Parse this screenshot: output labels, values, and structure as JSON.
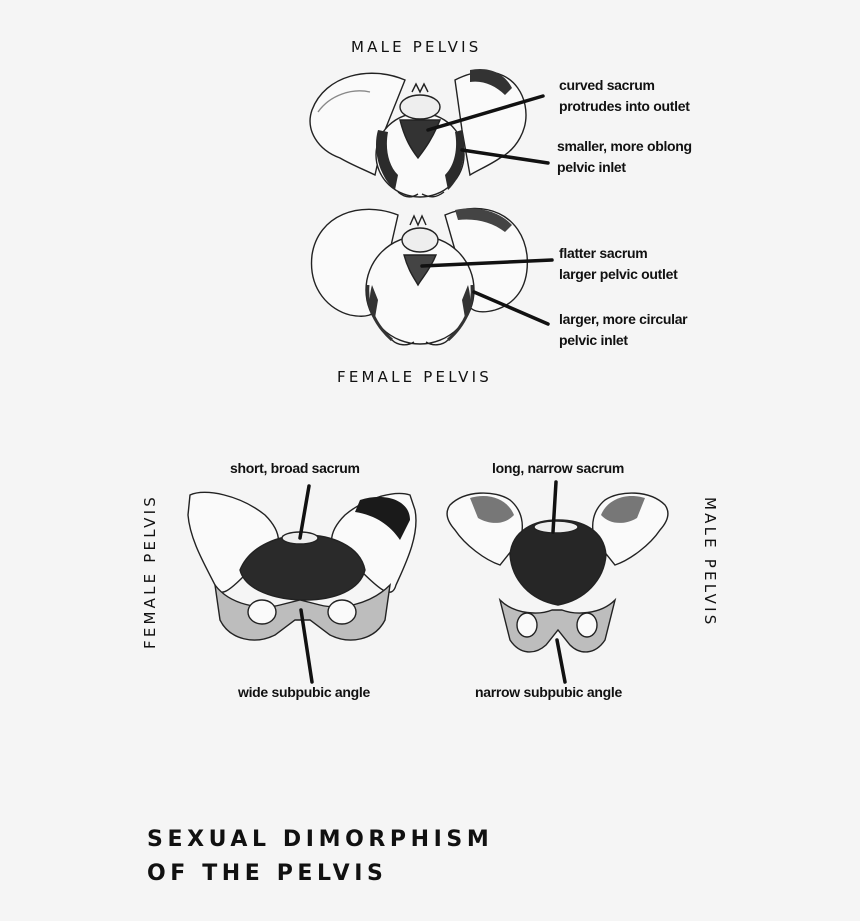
{
  "top_figure": {
    "male_caption": "MALE PELVIS",
    "female_caption": "FEMALE PELVIS",
    "male_notes": [
      {
        "line1": "curved sacrum",
        "line2": "protrudes into outlet"
      },
      {
        "line1": "smaller, more oblong",
        "line2": "pelvic inlet"
      }
    ],
    "female_notes": [
      {
        "line1": "flatter sacrum",
        "line2": "larger pelvic outlet"
      },
      {
        "line1": "larger, more circular",
        "line2": "pelvic inlet"
      }
    ]
  },
  "bottom_figure": {
    "female": {
      "side_label": "FEMALE PELVIS",
      "top_note": "short, broad sacrum",
      "bottom_note": "wide subpubic angle"
    },
    "male": {
      "side_label": "MALE PELVIS",
      "top_note": "long, narrow sacrum",
      "bottom_note": "narrow subpubic angle"
    }
  },
  "title": {
    "line1": "SEXUAL DIMORPHISM",
    "line2": "OF THE PELVIS"
  }
}
